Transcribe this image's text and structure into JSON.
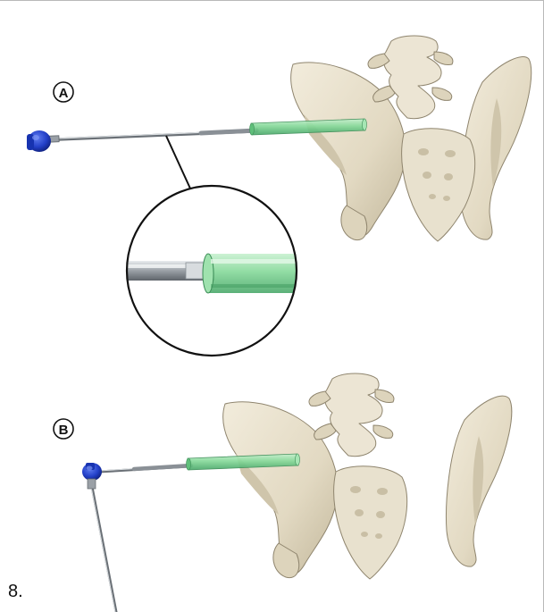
{
  "figure": {
    "step_number": "8.",
    "panels": [
      {
        "label": "A"
      },
      {
        "label": "B"
      }
    ]
  },
  "colors": {
    "bone": "#e6dfcd",
    "bone_shadow": "#bdb39a",
    "bone_outline": "#8f856e",
    "sleeve_green": "#7fd694",
    "handle_blue": "#1f3fc8",
    "shaft_gray": "#9aa0a6",
    "line_black": "#111111"
  },
  "icons": {
    "pelvis": "pelvis-illustration",
    "guidewire_handle": "t-handle-icon",
    "magnifier": "detail-magnifier-circle"
  }
}
